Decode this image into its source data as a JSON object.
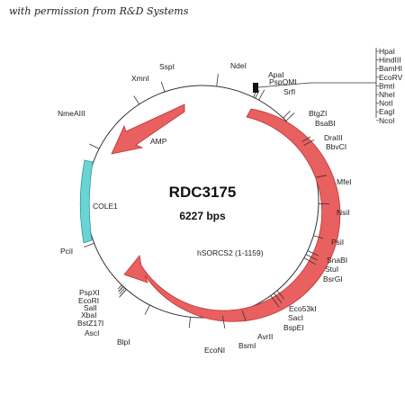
{
  "credit": "with permission from R&D Systems",
  "plasmid": {
    "name": "RDC3175",
    "size": "6227 bps"
  },
  "features": [
    {
      "id": "amp",
      "label": "AMP",
      "color": "#e8605f"
    },
    {
      "id": "cole1",
      "label": "COLE1",
      "color": "#6ad4d4"
    },
    {
      "id": "hsorcs2",
      "label": "hSORCS2 (1-1159)",
      "color": "#e8605f"
    }
  ],
  "sites": [
    "NdeI",
    "ApaI",
    "PspOMI",
    "SrfI",
    "BtgZI",
    "BsaBI",
    "DraIII",
    "BbvCI",
    "MfeI",
    "NsiI",
    "PsiI",
    "SnaBI",
    "StuI",
    "BsrGI",
    "Eco53kI",
    "SacI",
    "BspEI",
    "AvrII",
    "BsmI",
    "EcoNI",
    "BlpI",
    "AscI",
    "BstZ17I",
    "XbaI",
    "SalI",
    "EcoRI",
    "PspXI",
    "PciI",
    "NmeAIII",
    "XmnI",
    "SspI"
  ],
  "mcs_sites": [
    "HpaI",
    "HindIII",
    "BamHI",
    "EcoRV",
    "BmtI",
    "NheI",
    "NotI",
    "EagI",
    "NcoI"
  ]
}
